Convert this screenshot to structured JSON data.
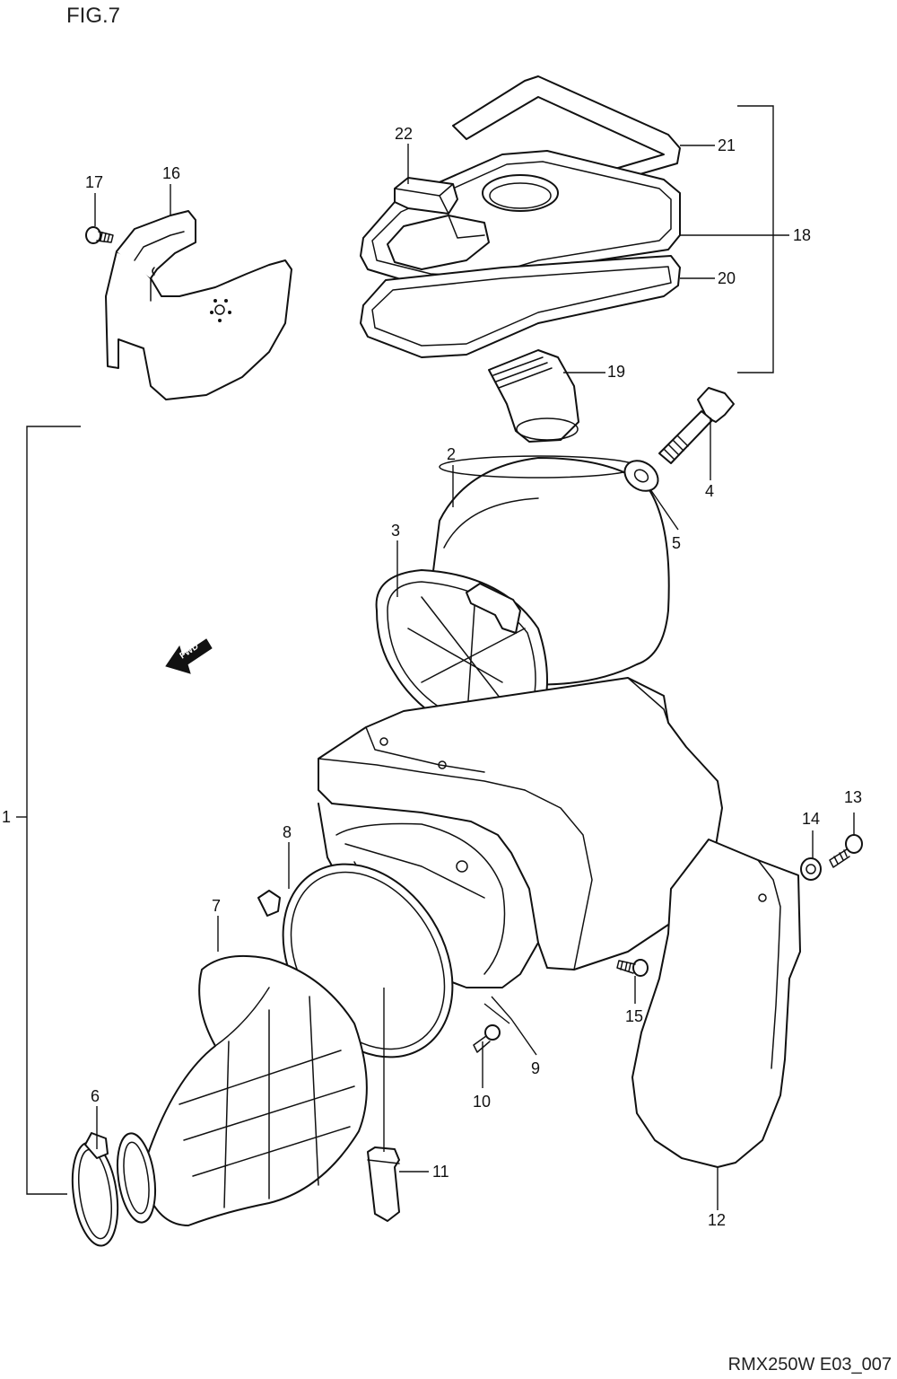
{
  "figure": {
    "title": "FIG.7",
    "code": "RMX250W E03_007"
  },
  "callouts": [
    {
      "id": "c1",
      "label": "1"
    },
    {
      "id": "c2",
      "label": "2"
    },
    {
      "id": "c3",
      "label": "3"
    },
    {
      "id": "c4",
      "label": "4"
    },
    {
      "id": "c5",
      "label": "5"
    },
    {
      "id": "c6",
      "label": "6"
    },
    {
      "id": "c7",
      "label": "7"
    },
    {
      "id": "c8",
      "label": "8"
    },
    {
      "id": "c9",
      "label": "9"
    },
    {
      "id": "c10",
      "label": "10"
    },
    {
      "id": "c11",
      "label": "11"
    },
    {
      "id": "c12",
      "label": "12"
    },
    {
      "id": "c13",
      "label": "13"
    },
    {
      "id": "c14",
      "label": "14"
    },
    {
      "id": "c15",
      "label": "15"
    },
    {
      "id": "c16",
      "label": "16"
    },
    {
      "id": "c17",
      "label": "17"
    },
    {
      "id": "c18",
      "label": "18"
    },
    {
      "id": "c19",
      "label": "19"
    },
    {
      "id": "c20",
      "label": "20"
    },
    {
      "id": "c21",
      "label": "21"
    },
    {
      "id": "c22",
      "label": "22"
    }
  ],
  "fwd_marker": "FWD"
}
